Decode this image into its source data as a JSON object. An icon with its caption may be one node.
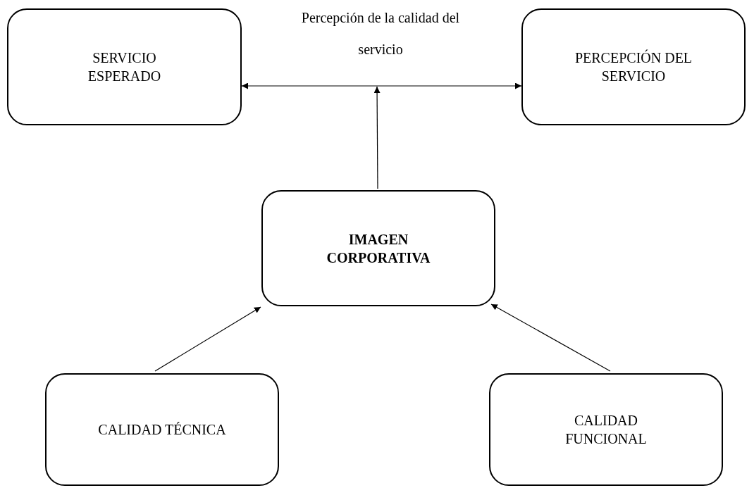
{
  "diagram": {
    "nodes": [
      {
        "text": [
          "SERVICIO ESPERADO"
        ]
      },
      {
        "text": [
          "PERCEPCIÓN DEL SERVICIO"
        ]
      },
      {
        "text": [
          "IMAGEN CORPORATIVA"
        ]
      },
      {
        "text": [
          "CALIDAD TÉCNICA"
        ]
      },
      {
        "text": [
          "CALIDAD FUNCIONAL"
        ]
      }
    ],
    "edges": [
      {
        "from": 0,
        "to": 1,
        "arrow": "both",
        "label": "Percepción de la calidad del servicio"
      },
      {
        "from": 2,
        "to": null,
        "arrow": "to"
      },
      {
        "from": 3,
        "to": 2,
        "arrow": "to"
      },
      {
        "from": 4,
        "to": 2,
        "arrow": "to"
      }
    ]
  }
}
